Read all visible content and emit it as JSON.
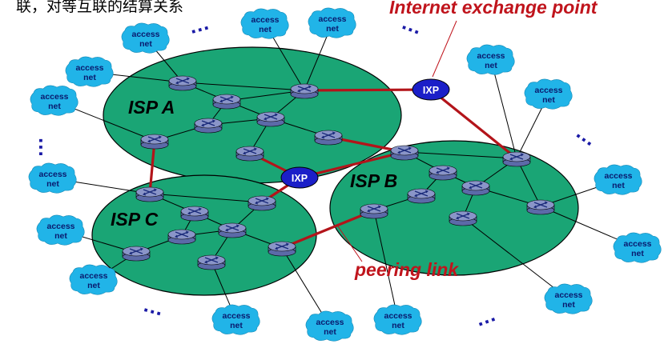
{
  "header": {
    "partial_text": "联，对等互联的结算关系"
  },
  "labels": {
    "ixp_callout": "Internet exchange point",
    "peering_link": "peering link"
  },
  "isps": [
    {
      "id": "isp-a",
      "name": "ISP A"
    },
    {
      "id": "isp-b",
      "name": "ISP B"
    },
    {
      "id": "isp-c",
      "name": "ISP C"
    }
  ],
  "ixps": [
    {
      "id": "ixp-top",
      "label": "IXP"
    },
    {
      "id": "ixp-middle",
      "label": "IXP"
    }
  ],
  "access_net": {
    "line1": "access",
    "line2": "net"
  },
  "ellipsis": "…",
  "colors": {
    "isp_fill": "#1aa575",
    "isp_stroke": "#000000",
    "peering_link": "#b3141a",
    "ixp_fill": "#1b1fc8",
    "access_cloud": "#21b4e8",
    "access_text": "#0a1a6e",
    "router_fill": "#8a95c8",
    "label_red": "#c0141c"
  },
  "icons": {
    "router": "router-icon",
    "access_cloud": "access-net-cloud-icon",
    "ixp": "ixp-node-icon"
  }
}
